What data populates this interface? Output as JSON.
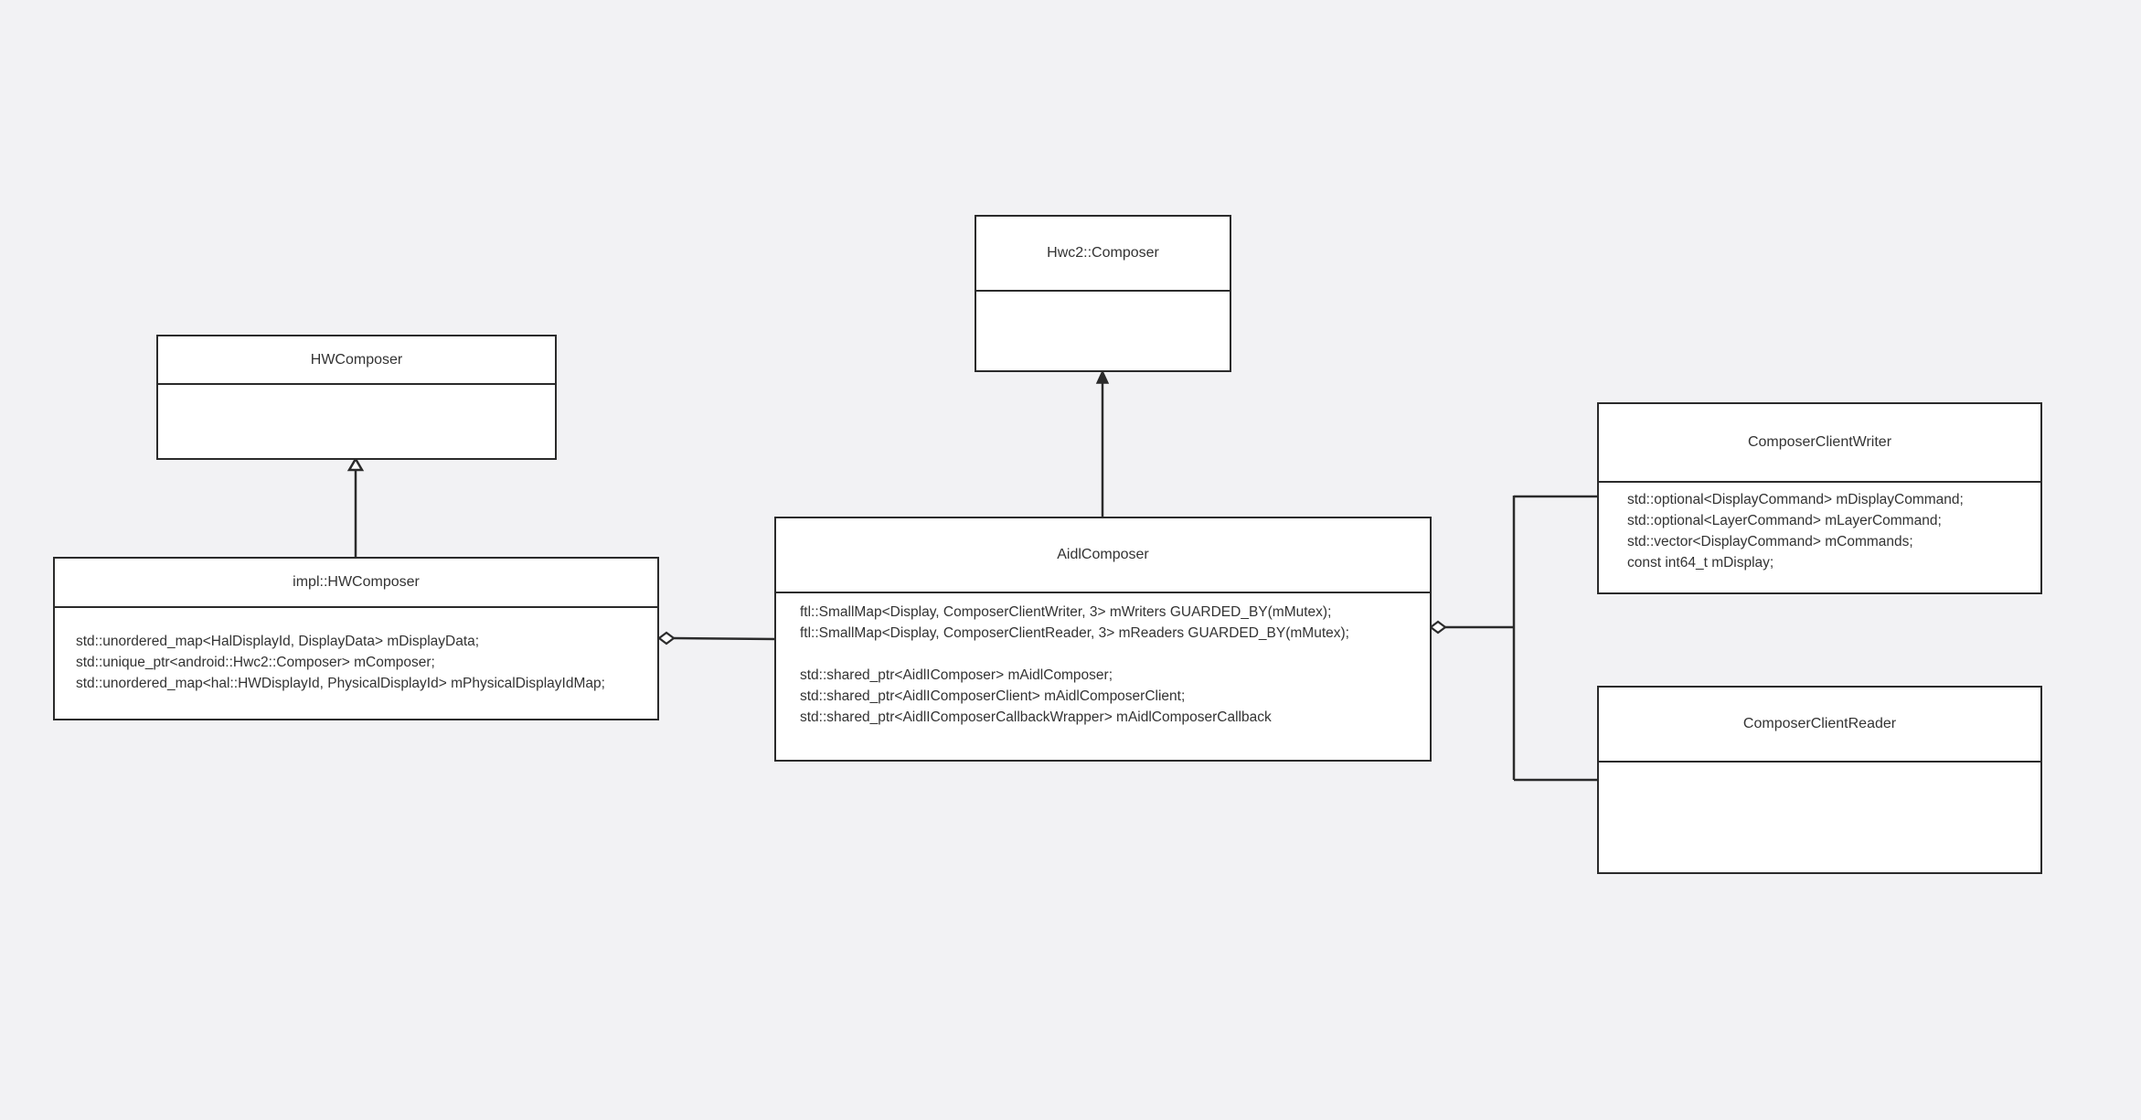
{
  "diagram": {
    "classes": {
      "hwc2_composer": {
        "name": "Hwc2::Composer",
        "attributes": []
      },
      "hwcomposer": {
        "name": "HWComposer",
        "attributes": []
      },
      "impl_hwcomposer": {
        "name": "impl::HWComposer",
        "attributes": [
          "std::unordered_map<HalDisplayId, DisplayData> mDisplayData;",
          "std::unique_ptr<android::Hwc2::Composer> mComposer;",
          "std::unordered_map<hal::HWDisplayId, PhysicalDisplayId> mPhysicalDisplayIdMap;"
        ]
      },
      "aidl_composer": {
        "name": "AidlComposer",
        "attributes": [
          "ftl::SmallMap<Display, ComposerClientWriter, 3> mWriters GUARDED_BY(mMutex);",
          "ftl::SmallMap<Display, ComposerClientReader, 3> mReaders GUARDED_BY(mMutex);",
          "",
          "std::shared_ptr<AidlIComposer> mAidlComposer;",
          "std::shared_ptr<AidlIComposerClient> mAidlComposerClient;",
          "std::shared_ptr<AidlIComposerCallbackWrapper> mAidlComposerCallback"
        ]
      },
      "composer_client_writer": {
        "name": "ComposerClientWriter",
        "attributes": [
          "std::optional<DisplayCommand> mDisplayCommand;",
          "std::optional<LayerCommand> mLayerCommand;",
          "std::vector<DisplayCommand> mCommands;",
          "const int64_t mDisplay;"
        ]
      },
      "composer_client_reader": {
        "name": "ComposerClientReader",
        "attributes": []
      }
    },
    "relationships": [
      {
        "type": "inheritance",
        "from": "impl::HWComposer",
        "to": "HWComposer"
      },
      {
        "type": "association",
        "from": "AidlComposer",
        "to": "Hwc2::Composer"
      },
      {
        "type": "aggregation",
        "whole": "impl::HWComposer",
        "part": "AidlComposer"
      },
      {
        "type": "aggregation",
        "whole": "AidlComposer",
        "part": "ComposerClientWriter"
      },
      {
        "type": "aggregation",
        "whole": "AidlComposer",
        "part": "ComposerClientReader"
      }
    ]
  }
}
